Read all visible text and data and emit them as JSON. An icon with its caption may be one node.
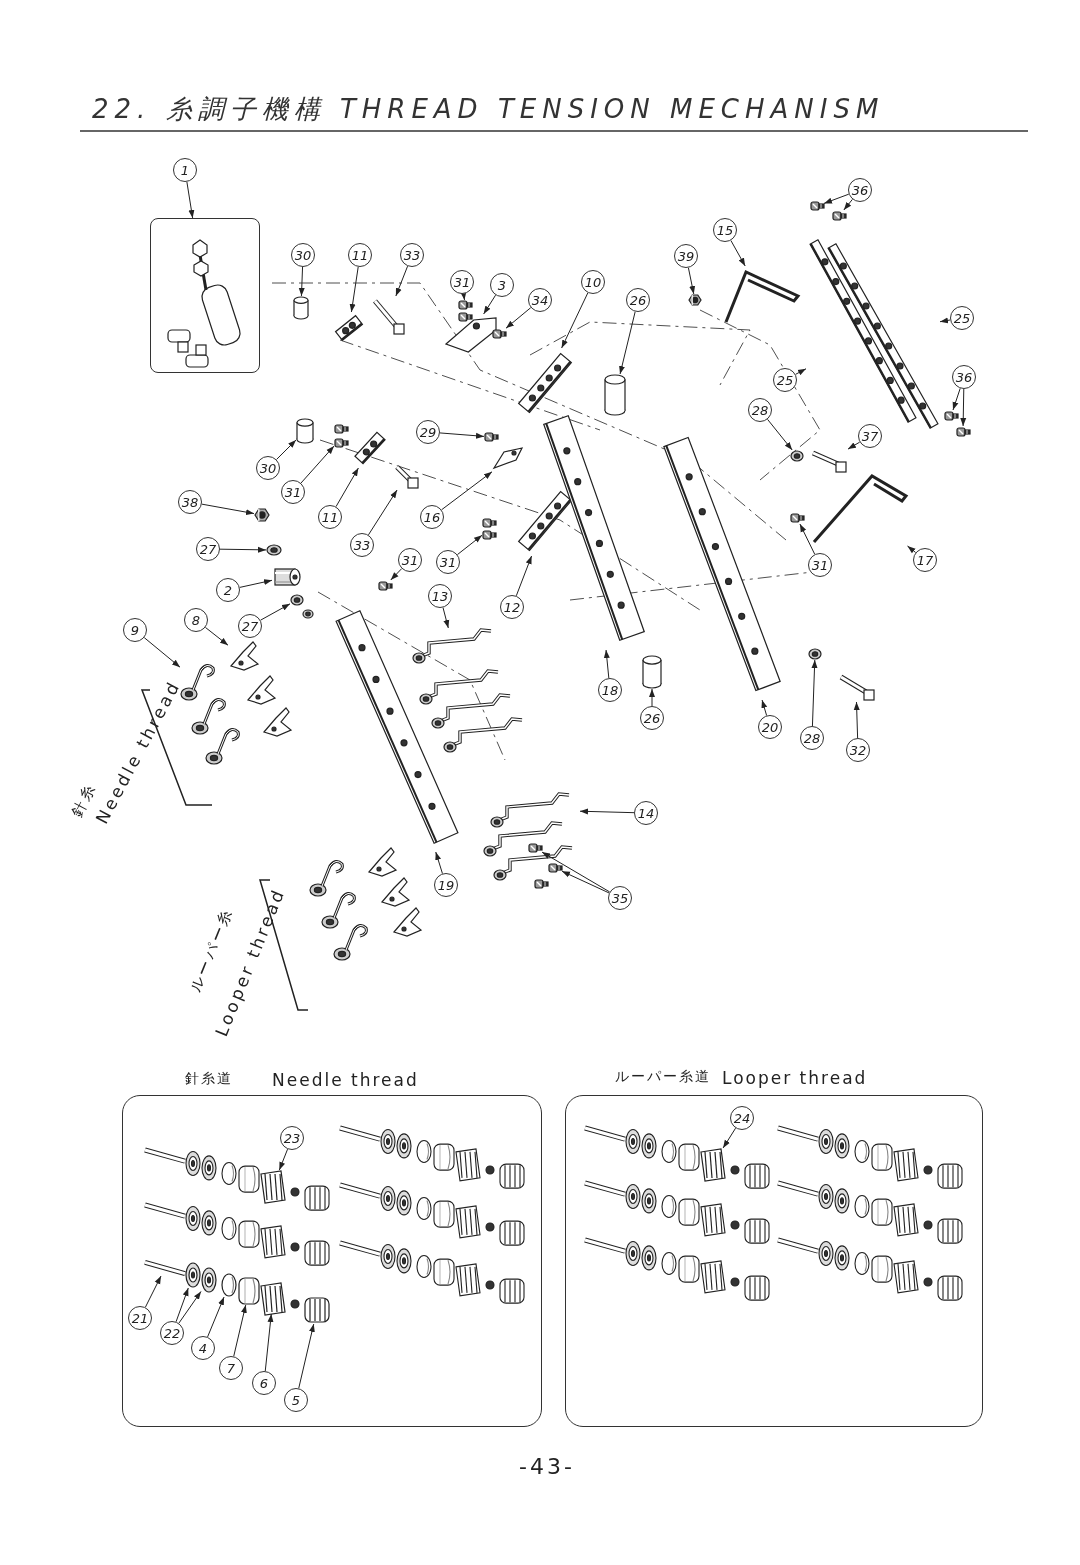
{
  "diagram": {
    "title": "22. 糸調子機構 THREAD TENSION MECHANISM",
    "nodes": [
      {
        "text": [],
        "shape": "box"
      },
      {
        "text": [
          "針糸道",
          "Needle thread"
        ]
      },
      {
        "text": [
          "ルーパー糸道",
          "Looper thread"
        ]
      },
      {
        "text": [
          "1"
        ]
      },
      {
        "text": [
          "30"
        ]
      },
      {
        "text": [
          "11"
        ]
      },
      {
        "text": [
          "33"
        ]
      },
      {
        "text": [
          "31"
        ]
      },
      {
        "text": [
          "3"
        ]
      },
      {
        "text": [
          "34"
        ]
      },
      {
        "text": [
          "10"
        ]
      },
      {
        "text": [
          "26"
        ]
      },
      {
        "text": [
          "39"
        ]
      },
      {
        "text": [
          "15"
        ]
      },
      {
        "text": [
          "36"
        ]
      },
      {
        "text": [
          "25"
        ]
      },
      {
        "text": [
          "25"
        ]
      },
      {
        "text": [
          "28"
        ]
      },
      {
        "text": [
          "37"
        ]
      },
      {
        "text": [
          "36"
        ]
      },
      {
        "text": [
          "31"
        ]
      },
      {
        "text": [
          "17"
        ]
      },
      {
        "text": [
          "30"
        ]
      },
      {
        "text": [
          "31"
        ]
      },
      {
        "text": [
          "11"
        ]
      },
      {
        "text": [
          "33"
        ]
      },
      {
        "text": [
          "29"
        ]
      },
      {
        "text": [
          "16"
        ]
      },
      {
        "text": [
          "38"
        ]
      },
      {
        "text": [
          "27"
        ]
      },
      {
        "text": [
          "31"
        ]
      },
      {
        "text": [
          "12"
        ]
      },
      {
        "text": [
          "31"
        ]
      },
      {
        "text": [
          "2"
        ]
      },
      {
        "text": [
          "27"
        ]
      },
      {
        "text": [
          "8"
        ]
      },
      {
        "text": [
          "9"
        ]
      },
      {
        "text": [
          "13"
        ]
      },
      {
        "text": [
          "18"
        ]
      },
      {
        "text": [
          "26"
        ]
      },
      {
        "text": [
          "20"
        ]
      },
      {
        "text": [
          "28"
        ]
      },
      {
        "text": [
          "32"
        ]
      },
      {
        "text": [
          "14"
        ]
      },
      {
        "text": [
          "35"
        ]
      },
      {
        "text": [
          "19"
        ]
      },
      {
        "text": [
          "23"
        ],
        "in": 1
      },
      {
        "text": [
          "21"
        ],
        "in": 1
      },
      {
        "text": [
          "22"
        ],
        "in": 1
      },
      {
        "text": [
          "4"
        ],
        "in": 1
      },
      {
        "text": [
          "7"
        ],
        "in": 1
      },
      {
        "text": [
          "6"
        ],
        "in": 1
      },
      {
        "text": [
          "5"
        ],
        "in": 1
      },
      {
        "text": [
          "24"
        ],
        "in": 2
      },
      {
        "text": [],
        "shape": "picture"
      },
      {
        "text": [],
        "shape": "picture"
      },
      {
        "text": [],
        "shape": "picture"
      },
      {
        "text": [],
        "shape": "picture"
      },
      {
        "text": [],
        "shape": "picture"
      },
      {
        "text": [],
        "shape": "picture"
      },
      {
        "text": [],
        "shape": "picture"
      },
      {
        "text": [],
        "shape": "picture"
      },
      {
        "text": [],
        "shape": "picture"
      },
      {
        "text": [],
        "shape": "picture"
      },
      {
        "text": [],
        "shape": "picture"
      },
      {
        "text": [],
        "shape": "picture"
      },
      {
        "text": [],
        "shape": "picture"
      },
      {
        "text": [],
        "shape": "picture"
      },
      {
        "text": [],
        "shape": "picture"
      },
      {
        "text": [],
        "shape": "picture"
      },
      {
        "text": [],
        "shape": "picture"
      },
      {
        "text": [],
        "shape": "picture"
      },
      {
        "text": [],
        "shape": "picture"
      },
      {
        "text": [],
        "shape": "picture"
      },
      {
        "text": [],
        "shape": "picture"
      },
      {
        "text": [],
        "shape": "picture"
      },
      {
        "text": [],
        "shape": "picture"
      },
      {
        "text": [],
        "shape": "picture"
      },
      {
        "text": [],
        "shape": "picture"
      },
      {
        "text": [],
        "shape": "picture"
      },
      {
        "text": [],
        "shape": "picture"
      },
      {
        "text": [],
        "shape": "picture"
      },
      {
        "text": [],
        "shape": "picture"
      },
      {
        "text": [],
        "shape": "picture"
      },
      {
        "text": [],
        "shape": "picture"
      },
      {
        "text": [],
        "shape": "picture"
      },
      {
        "text": [],
        "shape": "picture"
      },
      {
        "text": [],
        "shape": "picture"
      },
      {
        "text": [],
        "shape": "picture"
      },
      {
        "text": [],
        "shape": "picture"
      },
      {
        "text": [],
        "shape": "picture"
      },
      {
        "text": [],
        "shape": "picture"
      },
      {
        "text": [],
        "shape": "picture"
      },
      {
        "text": [],
        "shape": "picture"
      },
      {
        "text": [],
        "shape": "picture"
      },
      {
        "text": [],
        "shape": "picture"
      },
      {
        "text": [],
        "shape": "picture"
      },
      {
        "text": [],
        "shape": "picture"
      },
      {
        "text": [],
        "shape": "picture",
        "in": 1
      },
      {
        "text": [],
        "shape": "picture",
        "in": 1
      },
      {
        "text": [],
        "shape": "picture",
        "in": 1
      },
      {
        "text": [],
        "shape": "picture",
        "in": 1
      },
      {
        "text": [],
        "shape": "picture",
        "in": 1
      },
      {
        "text": [],
        "shape": "picture",
        "in": 1
      },
      {
        "text": [],
        "shape": "picture",
        "in": 1
      },
      {
        "text": [],
        "shape": "picture",
        "in": 1
      },
      {
        "text": [],
        "shape": "picture",
        "in": 2
      },
      {
        "text": [],
        "shape": "picture"
      },
      {
        "text": [],
        "shape": "picture"
      },
      {
        "text": [],
        "shape": "picture"
      },
      {
        "text": [],
        "shape": "picture"
      },
      {
        "text": [],
        "shape": "picture"
      }
    ],
    "edges": [
      {
        "from": 3,
        "to": 0,
        "arrow": "to"
      },
      {
        "from": 4,
        "to": 54,
        "arrow": "to"
      },
      {
        "from": 5,
        "to": 55,
        "arrow": "to"
      },
      {
        "from": 6,
        "to": 56,
        "arrow": "to"
      },
      {
        "from": 7,
        "to": 57,
        "arrow": "to"
      },
      {
        "from": 8,
        "to": 58,
        "arrow": "to"
      },
      {
        "from": 9,
        "to": 59,
        "arrow": "to"
      },
      {
        "from": 10,
        "to": 60,
        "arrow": "to"
      },
      {
        "from": 11,
        "to": 61,
        "arrow": "to"
      },
      {
        "from": 12,
        "to": 62,
        "arrow": "to"
      },
      {
        "from": 13,
        "to": 63,
        "arrow": "to"
      },
      {
        "from": 14,
        "to": 64,
        "arrow": "to"
      },
      {
        "from": 14,
        "to": 65,
        "arrow": "to"
      },
      {
        "from": 15,
        "to": 66,
        "arrow": "to"
      },
      {
        "from": 16,
        "to": 66,
        "arrow": "to"
      },
      {
        "from": 17,
        "to": 67,
        "arrow": "to"
      },
      {
        "from": 18,
        "to": 68,
        "arrow": "to"
      },
      {
        "from": 19,
        "to": 69,
        "arrow": "to"
      },
      {
        "from": 19,
        "to": 70,
        "arrow": "to"
      },
      {
        "from": 20,
        "to": 71,
        "arrow": "to"
      },
      {
        "from": 21,
        "to": 72,
        "arrow": "to"
      },
      {
        "from": 22,
        "to": 73,
        "arrow": "to"
      },
      {
        "from": 23,
        "to": 74,
        "arrow": "to"
      },
      {
        "from": 24,
        "to": 75,
        "arrow": "to"
      },
      {
        "from": 25,
        "to": 76,
        "arrow": "to"
      },
      {
        "from": 26,
        "to": 77,
        "arrow": "to"
      },
      {
        "from": 27,
        "to": 78,
        "arrow": "to"
      },
      {
        "from": 28,
        "to": 79,
        "arrow": "to"
      },
      {
        "from": 29,
        "to": 80,
        "arrow": "to"
      },
      {
        "from": 30,
        "to": 81,
        "arrow": "to"
      },
      {
        "from": 31,
        "to": 82,
        "arrow": "to"
      },
      {
        "from": 32,
        "to": 83,
        "arrow": "to"
      },
      {
        "from": 33,
        "to": 84,
        "arrow": "to"
      },
      {
        "from": 34,
        "to": 85,
        "arrow": "to"
      },
      {
        "from": 35,
        "to": 86,
        "arrow": "to"
      },
      {
        "from": 36,
        "to": 87,
        "arrow": "to"
      },
      {
        "from": 37,
        "to": 88,
        "arrow": "to"
      },
      {
        "from": 38,
        "to": 89,
        "arrow": "to"
      },
      {
        "from": 39,
        "to": 90,
        "arrow": "to"
      },
      {
        "from": 40,
        "to": 91,
        "arrow": "to"
      },
      {
        "from": 41,
        "to": 92,
        "arrow": "to"
      },
      {
        "from": 42,
        "to": 93,
        "arrow": "to"
      },
      {
        "from": 43,
        "to": 94,
        "arrow": "to"
      },
      {
        "from": 44,
        "to": 95,
        "arrow": "to"
      },
      {
        "from": 44,
        "to": 96,
        "arrow": "to"
      },
      {
        "from": 45,
        "to": 97,
        "arrow": "to"
      },
      {
        "from": 46,
        "to": 98,
        "arrow": "to"
      },
      {
        "from": 47,
        "to": 99,
        "arrow": "to"
      },
      {
        "from": 48,
        "to": 100,
        "arrow": "to"
      },
      {
        "from": 48,
        "to": 101,
        "arrow": "to"
      },
      {
        "from": 49,
        "to": 102,
        "arrow": "to"
      },
      {
        "from": 50,
        "to": 103,
        "arrow": "to"
      },
      {
        "from": 51,
        "to": 104,
        "arrow": "to"
      },
      {
        "from": 52,
        "to": 105,
        "arrow": "to"
      },
      {
        "from": 53,
        "to": 106,
        "arrow": "to"
      }
    ],
    "labels": [
      "針糸",
      "Needle thread",
      "ルーパー糸",
      "Looper thread",
      "-43-"
    ]
  }
}
